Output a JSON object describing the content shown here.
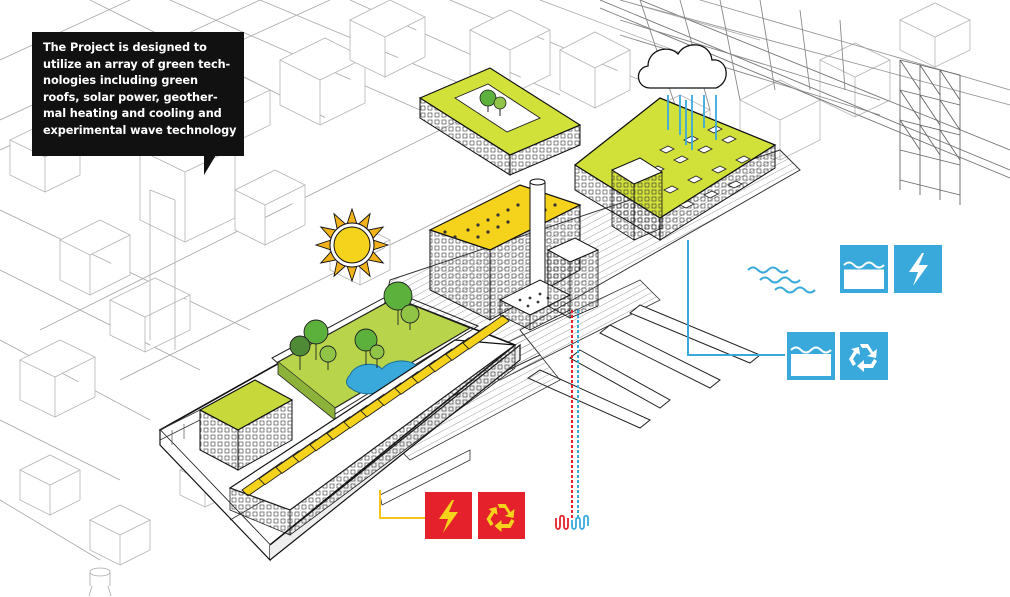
{
  "callout": {
    "lines": [
      "The Project is designed to",
      "utilize an array of green tech-",
      "nologies including green",
      "roofs, solar power, geother-",
      "mal heating and cooling and",
      "experimental wave technology"
    ]
  },
  "colors": {
    "green_roof": "#d2e03a",
    "park_green": "#b8d44a",
    "tree_green": "#5cb03c",
    "solar_yellow": "#f5d21c",
    "sun_orange": "#f2b21c",
    "water_blue": "#39a9dc",
    "energy_red": "#e5212b",
    "outline": "#222222",
    "context_gray": "#9a9a9a"
  },
  "icons": [
    "sun-icon",
    "rain-cloud-icon",
    "lightning-icon-red",
    "recycle-icon-red",
    "wave-energy-icon",
    "lightning-icon-blue",
    "water-recycle-icon",
    "recycle-icon-blue",
    "geothermal-loop-icon",
    "wave-lines-icon",
    "bridge-icon"
  ]
}
